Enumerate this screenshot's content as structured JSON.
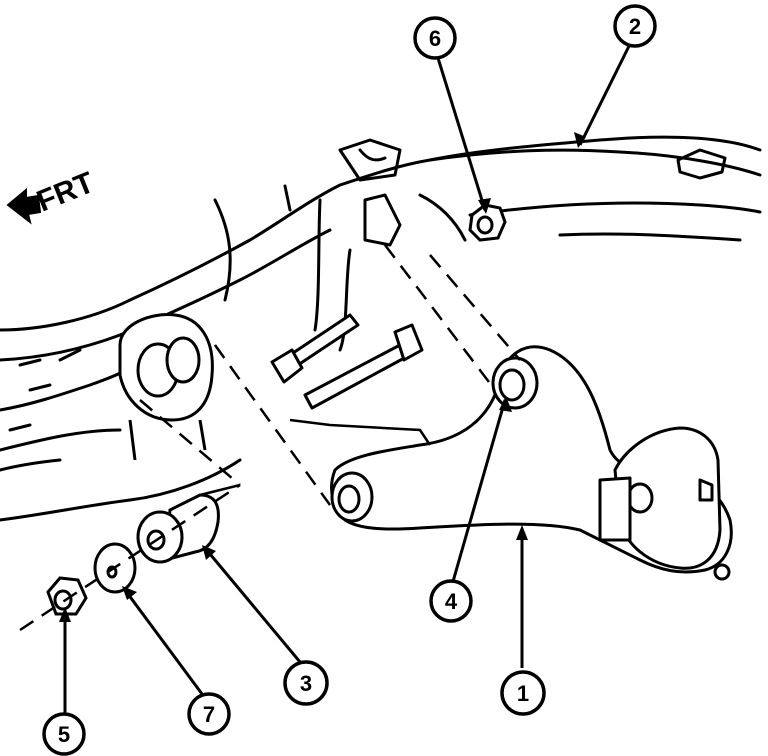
{
  "diagram": {
    "direction_label": "FRT",
    "direction_icon": "front-arrow-icon",
    "callouts": [
      {
        "id": "1",
        "label": "1"
      },
      {
        "id": "2",
        "label": "2"
      },
      {
        "id": "3",
        "label": "3"
      },
      {
        "id": "4",
        "label": "4"
      },
      {
        "id": "5",
        "label": "5"
      },
      {
        "id": "6",
        "label": "6"
      },
      {
        "id": "7",
        "label": "7"
      }
    ],
    "colors": {
      "ink": "#000000",
      "paper": "#ffffff"
    }
  }
}
